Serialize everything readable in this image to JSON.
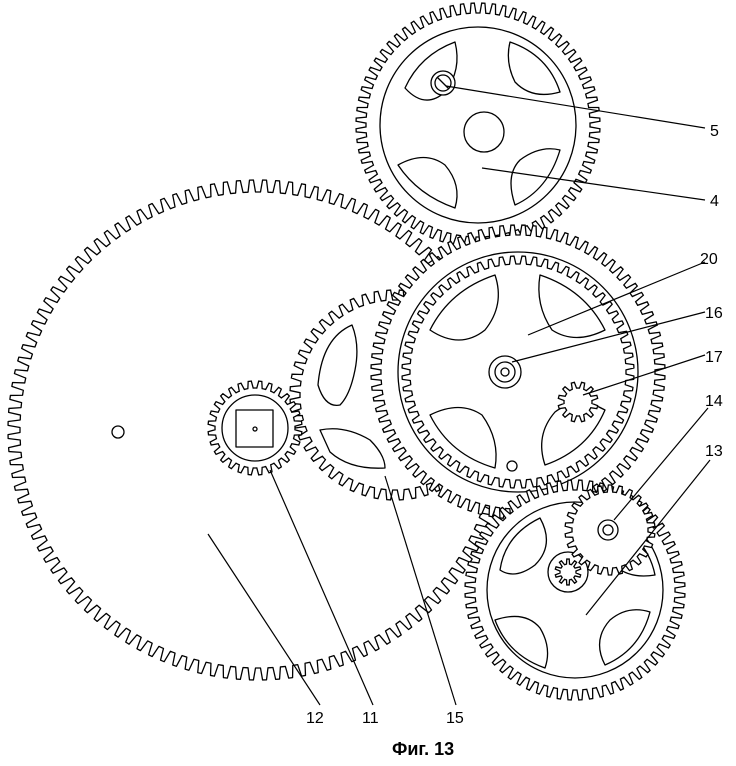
{
  "caption": "Фиг. 13",
  "labels": {
    "l5": "5",
    "l4": "4",
    "l20": "20",
    "l16": "16",
    "l17": "17",
    "l14": "14",
    "l13": "13",
    "l12": "12",
    "l11": "11",
    "l15": "15"
  },
  "colors": {
    "ink": "#000000",
    "paper": "#ffffff"
  }
}
